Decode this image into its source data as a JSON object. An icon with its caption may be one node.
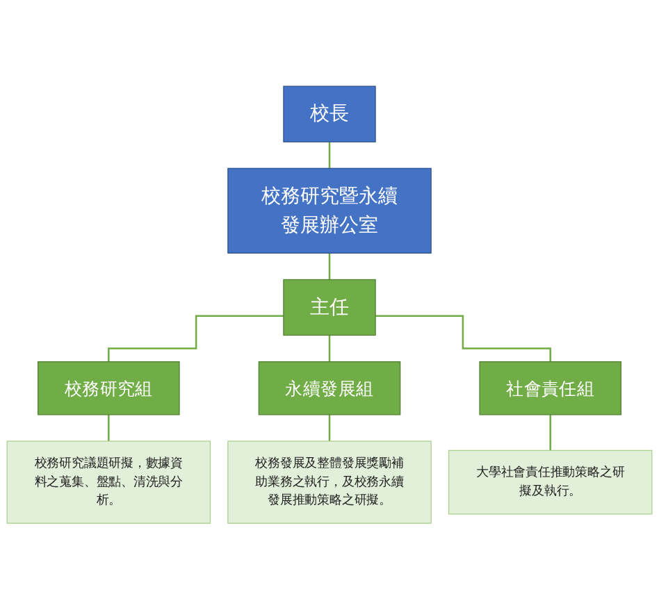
{
  "diagram": {
    "nodes": [
      {
        "text": [
          "校長"
        ]
      },
      {
        "text": [
          "校務研究暨永續發展辦公室"
        ]
      },
      {
        "text": [
          "主任"
        ]
      },
      {
        "text": [
          "校務研究組"
        ]
      },
      {
        "text": [
          "永續發展組"
        ]
      },
      {
        "text": [
          "社會責任組"
        ]
      },
      {
        "text": [
          "校務研究議題研擬，數據資料之蒐集、盤點、清洗與分析。"
        ]
      },
      {
        "text": [
          "校務發展及整體發展獎勵補助業務之執行，及校務永續發展推動策略之研擬。"
        ]
      },
      {
        "text": [
          "大學社會責任推動策略之研擬及執行。"
        ]
      }
    ],
    "edges": [
      {
        "from": 0,
        "to": 1,
        "arrow": "none"
      },
      {
        "from": 1,
        "to": 2,
        "arrow": "none"
      },
      {
        "from": 2,
        "to": 3,
        "arrow": "none"
      },
      {
        "from": 2,
        "to": 4,
        "arrow": "none"
      },
      {
        "from": 2,
        "to": 5,
        "arrow": "none"
      },
      {
        "from": 3,
        "to": 6,
        "arrow": "none"
      },
      {
        "from": 4,
        "to": 7,
        "arrow": "none"
      },
      {
        "from": 5,
        "to": 8,
        "arrow": "none"
      }
    ]
  }
}
